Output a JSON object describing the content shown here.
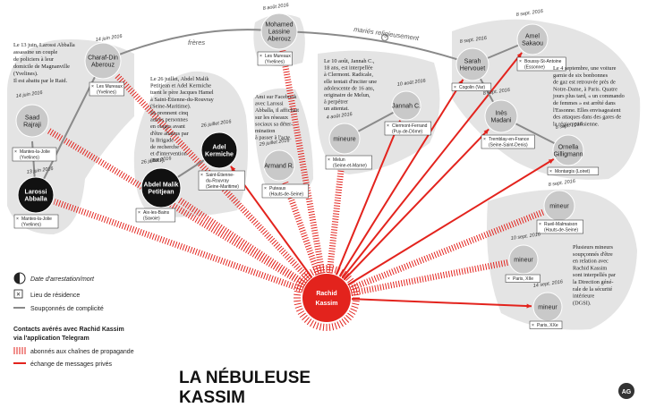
{
  "title": [
    "LA NÉBULEUSE",
    "KASSIM"
  ],
  "center": {
    "name": [
      "Rachid",
      "Kassim"
    ]
  },
  "link_labels": {
    "brothers": "frères",
    "married": "mariés religieusement"
  },
  "legend": {
    "date": "Date d'arrestation/mort",
    "residence": "Lieu de résidence",
    "complicity": "Soupçonnés de complicité",
    "contacts_title": [
      "Contacts avérés avec Rachid Kassim",
      "via l'application Telegram"
    ],
    "propaganda": "abonnés aux chaînes de propagande",
    "private": "échange de messages privés"
  },
  "nodes": [
    {
      "id": "saad",
      "name": [
        "Saad",
        "Rajraji"
      ],
      "date": "14 juin 2016",
      "loc": [
        "Mantes-la-Jolie",
        "(Yvelines)"
      ]
    },
    {
      "id": "charaf",
      "name": [
        "Charaf-Din",
        "Aberouz"
      ],
      "date": "14 juin 2016",
      "loc": [
        "Les Mureaux",
        "(Yvelines)"
      ]
    },
    {
      "id": "larossi",
      "name": [
        "Larossi",
        "Abballa"
      ],
      "date": "13 juin 2016",
      "loc": [
        "Mantes-la-Jolie",
        "(Yvelines)"
      ]
    },
    {
      "id": "mohamed",
      "name": [
        "Mohamed",
        "Lassine",
        "Aberouz"
      ],
      "date": "8 août 2016",
      "loc": [
        "Les Mureaux",
        "(Yvelines)"
      ]
    },
    {
      "id": "adel",
      "name": [
        "Adel",
        "Kermiche"
      ],
      "date": "26 juillet 2016",
      "loc": [
        "Saint-Étienne-",
        "du-Rouvray",
        "(Seine-Maritime)"
      ]
    },
    {
      "id": "abdel",
      "name": [
        "Abdel Malik",
        "Petitjean"
      ],
      "date": "26 juillet 2016",
      "loc": [
        "Aix-les-Bains",
        "(Savoie)"
      ]
    },
    {
      "id": "armand",
      "name": [
        "Armand R."
      ],
      "date": "29 juillet 2016",
      "loc": [
        "Puteaux",
        "(Hauts-de-Seine)"
      ]
    },
    {
      "id": "mineur1",
      "name": [
        "mineure"
      ],
      "date": "4 août 2016",
      "loc": [
        "Melun",
        "(Seine-et-Marne)"
      ]
    },
    {
      "id": "jannah",
      "name": [
        "Jannah C."
      ],
      "date": "10 août 2016",
      "loc": [
        "Clermont-Ferrand",
        "(Puy-de-Dôme)"
      ]
    },
    {
      "id": "sarah",
      "name": [
        "Sarah",
        "Hervouet"
      ],
      "date": "8 sept. 2016",
      "loc": [
        "Cogolin (Var)"
      ]
    },
    {
      "id": "amel",
      "name": [
        "Amel",
        "Sakaou"
      ],
      "date": "8 sept. 2016",
      "loc": [
        "Boussy-St-Antoine",
        "(Essonne)"
      ]
    },
    {
      "id": "ines",
      "name": [
        "Inès",
        "Madani"
      ],
      "date": "8 sept. 2016",
      "loc": [
        "Tremblay-en-France",
        "(Seine-Saint-Denis)"
      ]
    },
    {
      "id": "ornella",
      "name": [
        "Ornella",
        "Gilligmann"
      ],
      "date": "8 sept. 2016",
      "loc": [
        "Montargis (Loiret)"
      ]
    },
    {
      "id": "mineur2",
      "name": [
        "mineur"
      ],
      "date": "8 sept. 2016",
      "loc": [
        "Rueil-Malmaison",
        "(Hauts-de-Seine)"
      ]
    },
    {
      "id": "mineur3",
      "name": [
        "mineur"
      ],
      "date": "10 sept. 2016",
      "loc": [
        "Paris, XIIe"
      ]
    },
    {
      "id": "mineur4",
      "name": [
        "mineur"
      ],
      "date": "14 sept. 2016",
      "loc": [
        "Paris, XXe"
      ]
    }
  ],
  "notes": {
    "raid": [
      "Le 13 juin, Larossi Abballa",
      "assassine un couple",
      "de policiers à leur",
      "domicile de Magnanville",
      "(Yvelines).",
      "Il est abattu par le Raid."
    ],
    "church": [
      "Le 26 juillet, Abdel Malik",
      "Petitjean et Adel Kermiche",
      "tuent le père Jacques Hamel",
      "à Saint-Étienne-du-Rouvray",
      "(Seine-Maritime).",
      "Ils prennent cinq",
      "autres personnes",
      "en otages avant",
      "d'être abattus par",
      "la Brigade",
      "de recherche",
      "et d'intervention",
      "(BRI)."
    ],
    "facebook": [
      "Ami sur Facebook",
      "avec Larossi",
      "Abballa, il affichait",
      "sur les réseaux",
      "sociaux sa déter-",
      "mination",
      "à passer à l'acte."
    ],
    "jannah": [
      "Le 10 août, Jannah C.,",
      "18 ans, est interpellée",
      "à Clermont. Radicale,",
      "elle tentait d'inciter une",
      "adolescente de 16 ans,",
      "originaire de Melun,",
      "à perpétrer",
      "un attentat."
    ],
    "notre_dame": [
      "Le 4 septembre, une voiture",
      "garnie de six bonbonnes",
      "de gaz est retrouvée près de",
      "Notre-Dame, à Paris. Quatre",
      "jours plus tard, « un commando",
      "de femmes » est arrêté dans",
      "l'Essonne. Elles envisageaient",
      "des attaques dans des gares de",
      "la région parisienne."
    ],
    "minors": [
      "Plusieurs mineurs",
      "soupçonnés d'être",
      "en relation avec",
      "Rachid Kassim",
      "sont interpellés par",
      "la Direction géné-",
      "rale de la sécurité",
      "intérieure",
      "(DGSI)."
    ]
  },
  "colors": {
    "red": "#e3231d",
    "blob": "#e4e4e4",
    "node": "#c9c9c9",
    "dark": "#111111",
    "link": "#8a8a8a"
  }
}
